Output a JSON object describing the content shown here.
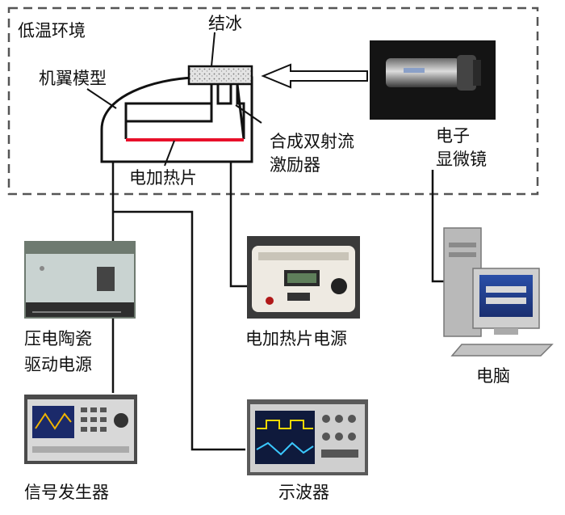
{
  "labels": {
    "env": "低温环境",
    "ice": "结冰",
    "wing": "机翼模型",
    "jet_line1": "合成双射流",
    "jet_line2": "激励器",
    "heater": "电加热片",
    "microscope_line1": "电子",
    "microscope_line2": "显微镜",
    "piezo_line1": "压电陶瓷",
    "piezo_line2": "驱动电源",
    "heater_power": "电加热片电源",
    "computer": "电脑",
    "signal_gen": "信号发生器",
    "oscilloscope": "示波器"
  },
  "colors": {
    "line": "#111111",
    "heater_strip": "#e8102a",
    "dashed_border": "#555555",
    "ice_fill": "#e4e4e4"
  },
  "icons": {
    "microscope": "digital-microscope-photo",
    "piezo": "piezo-amplifier-photo",
    "heater_power": "dc-power-supply-photo",
    "computer": "desktop-computer-illustration",
    "signal_gen": "function-generator-photo",
    "oscilloscope": "oscilloscope-photo"
  }
}
